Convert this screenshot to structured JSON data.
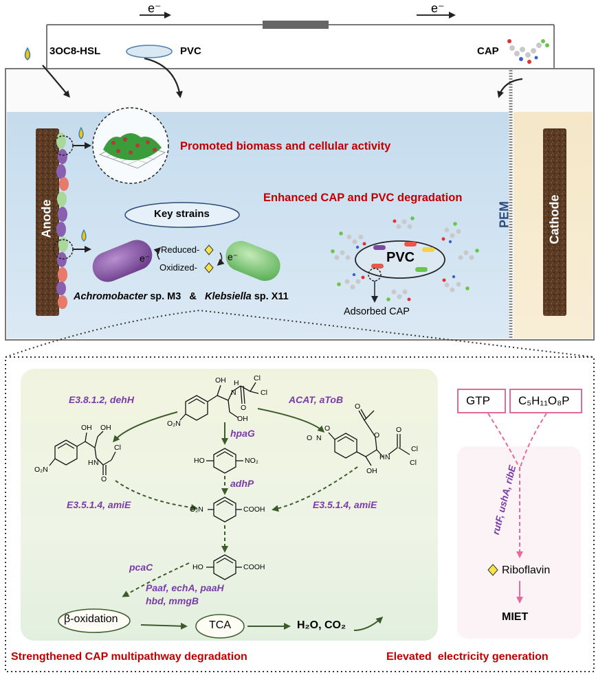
{
  "circuit": {
    "electron_left": "e⁻",
    "electron_right": "e⁻"
  },
  "inputs": {
    "signal": "3OC8-HSL",
    "plastic": "PVC",
    "antibiotic": "CAP"
  },
  "chamber": {
    "anode": "Anode",
    "cathode": "Cathode",
    "membrane": "PEM",
    "biomass_text": "Promoted biomass and cellular activity",
    "degradation_text": "Enhanced CAP and PVC degradation",
    "key_strains": "Key strains",
    "reduced": "Reduced-",
    "oxidized": "Oxidized-",
    "electron": "e⁻",
    "strain1_genus": "Achromobacter",
    "strain1_rest": " sp. M3",
    "amp": "&",
    "strain2_genus": "Klebsiella",
    "strain2_rest": " sp. X11",
    "pvc_label": "PVC",
    "adsorbed": "Adsorbed CAP"
  },
  "pathway": {
    "enz_left_top": "E3.8.1.2, dehH",
    "enz_right_top": "ACAT, aToB",
    "enz_center_1": "hpaG",
    "enz_center_2": "adhP",
    "enz_left_mid": "E3.5.1.4, amiE",
    "enz_right_mid": "E3.5.1.4, amiE",
    "enz_pcaC": "pcaC",
    "enz_paaf": "Paaf, echA, paaH",
    "enz_hbd": "hbd, mmgB",
    "beta_ox": "β-oxidation",
    "tca": "TCA",
    "products": "H₂O, CO₂",
    "caption": "Strengthened CAP multipathway degradation"
  },
  "riboflavin": {
    "gtp": "GTP",
    "c5_formula": "C₅H₁₁O₈P",
    "genes": "rutF, ushA, ribE",
    "riboflavin": "Riboflavin",
    "miet": "MIET",
    "caption": "Elevated  electricity generation"
  },
  "chem": {
    "oh": "OH",
    "h": "H",
    "n": "N",
    "o": "O",
    "cl": "Cl",
    "ho": "HO",
    "o2n": "O₂N",
    "no2": "NO₂",
    "cooh": "COOH"
  }
}
